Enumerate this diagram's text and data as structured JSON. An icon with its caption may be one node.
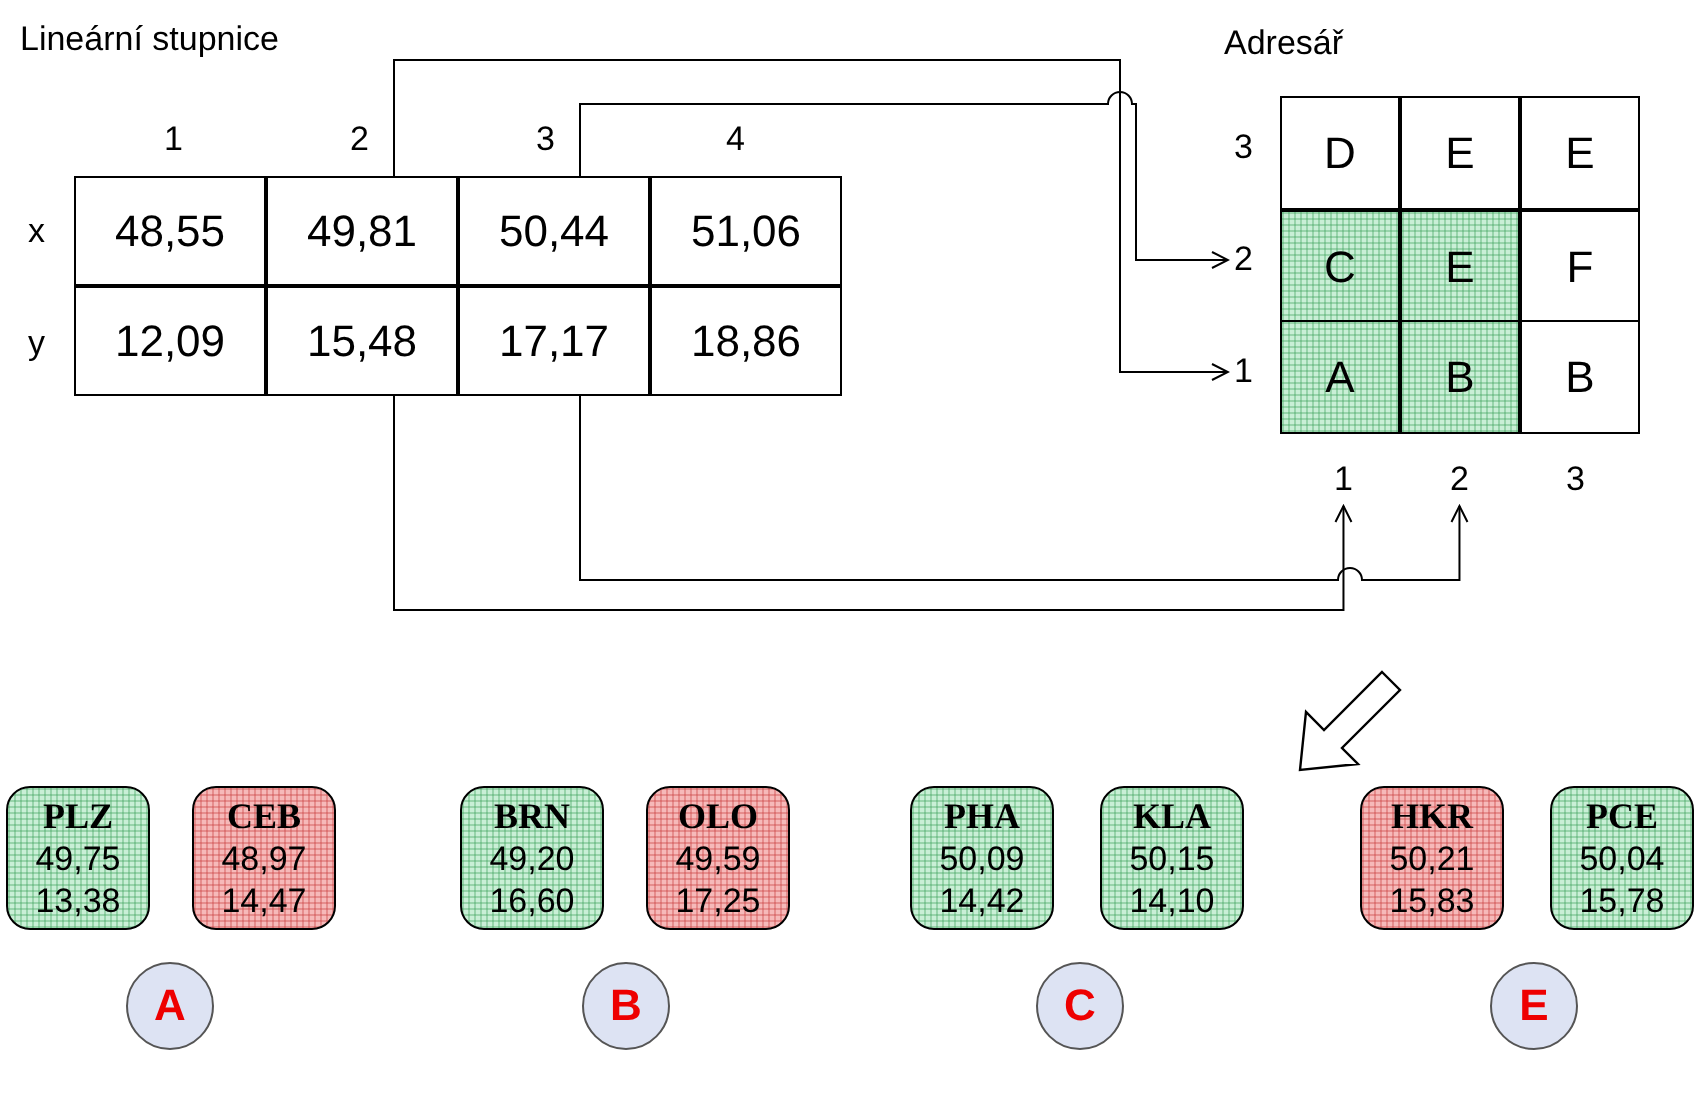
{
  "diagram": {
    "nodes": [
      {
        "text": [
          "Lineární stupnice"
        ]
      },
      {
        "text": [
          "48,55"
        ],
        "in": 0
      },
      {
        "text": [
          "49,81"
        ],
        "in": 0
      },
      {
        "text": [
          "50,44"
        ],
        "in": 0
      },
      {
        "text": [
          "51,06"
        ],
        "in": 0
      },
      {
        "text": [
          "12,09"
        ],
        "in": 0
      },
      {
        "text": [
          "15,48"
        ],
        "in": 0
      },
      {
        "text": [
          "17,17"
        ],
        "in": 0
      },
      {
        "text": [
          "18,86"
        ],
        "in": 0
      },
      {
        "text": [
          "Adresář"
        ]
      },
      {
        "text": [
          "D"
        ],
        "in": 9
      },
      {
        "text": [
          "E"
        ],
        "in": 9
      },
      {
        "text": [
          "E"
        ],
        "in": 9
      },
      {
        "text": [
          "C"
        ],
        "in": 9
      },
      {
        "text": [
          "E"
        ],
        "in": 9
      },
      {
        "text": [
          "F"
        ],
        "in": 9
      },
      {
        "text": [
          "A"
        ],
        "in": 9
      },
      {
        "text": [
          "B"
        ],
        "in": 9
      },
      {
        "text": [
          "B"
        ],
        "in": 9
      },
      {
        "text": [
          "2"
        ]
      },
      {
        "text": [
          "1"
        ]
      },
      {
        "text": [
          "1"
        ]
      },
      {
        "text": [
          "2"
        ]
      },
      {
        "text": [
          "PLZ",
          "49,75",
          "13,38"
        ]
      },
      {
        "text": [
          "CEB",
          "48,97",
          "14,47"
        ]
      },
      {
        "text": [
          "BRN",
          "49,20",
          "16,60"
        ]
      },
      {
        "text": [
          "OLO",
          "49,59",
          "17,25"
        ]
      },
      {
        "text": [
          "PHA",
          "50,09",
          "14,42"
        ]
      },
      {
        "text": [
          "KLA",
          "50,15",
          "14,10"
        ]
      },
      {
        "text": [
          "HKR",
          "50,21",
          "15,83"
        ]
      },
      {
        "text": [
          "PCE",
          "50,04",
          "15,78"
        ]
      },
      {
        "text": [
          "A"
        ]
      },
      {
        "text": [
          "B"
        ]
      },
      {
        "text": [
          "C"
        ]
      },
      {
        "text": [
          "E"
        ]
      }
    ],
    "edges": [
      {
        "from": 2,
        "to": 20,
        "arrow": "to"
      },
      {
        "from": 3,
        "to": 19,
        "arrow": "to"
      },
      {
        "from": 6,
        "to": 21,
        "arrow": "to"
      },
      {
        "from": 7,
        "to": 22,
        "arrow": "to"
      }
    ],
    "labels": [
      "1",
      "2",
      "3",
      "4",
      "x",
      "y",
      "3",
      "3"
    ]
  }
}
